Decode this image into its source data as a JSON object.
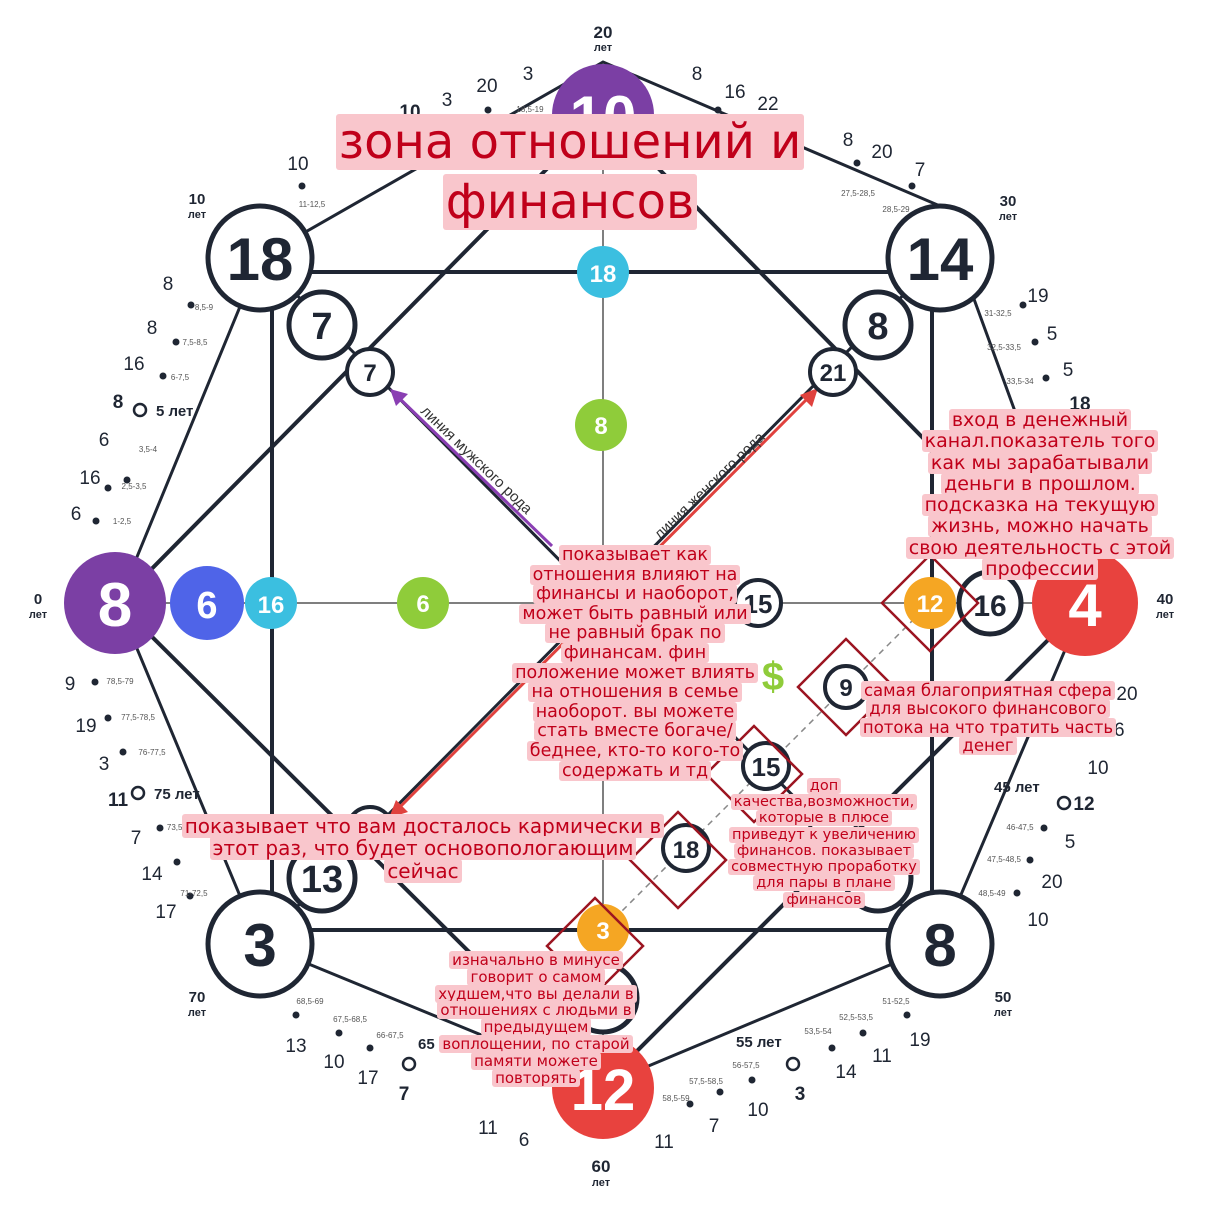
{
  "diagram": {
    "title_note": "зона отношений и финансов",
    "age_labels": {
      "unit": "лет",
      "a0": "0",
      "a10": "10",
      "a20": "20",
      "a30": "30",
      "a40": "40",
      "a50": "50",
      "a60": "60",
      "a70": "70",
      "a5": "5 лет",
      "a45": "45 лет",
      "a55": "55 лет",
      "a65": "65 лет",
      "a75": "75 лет"
    },
    "circles": {
      "left_main": "8",
      "left_2": "6",
      "left_3": "16",
      "top_main": "10",
      "topleft_main": "18",
      "topleft_2": "7",
      "topleft_3": "7",
      "topright_main": "14",
      "topright_2": "8",
      "topright_3": "21",
      "right_main": "4",
      "right_2": "16",
      "right_3": "12",
      "bottomleft_main": "3",
      "bottomleft_2": "13",
      "bottomright_main": "8",
      "bottom_main": "12",
      "bottom_3": "3",
      "center_top": "18",
      "center_mid": "8",
      "center_left": "6",
      "c15a": "15",
      "c9": "9",
      "c15b": "15",
      "c18": "18"
    },
    "lines": {
      "male": "линия мужского рода",
      "female": "линия женского рода"
    },
    "dollar": "$",
    "outer_numbers": {
      "top_left": [
        "20",
        "3",
        "10",
        "3",
        "10"
      ],
      "top_right": [
        "8",
        "16",
        "22",
        "8",
        "20",
        "7"
      ],
      "right_upper": [
        "19",
        "5",
        "5",
        "18"
      ],
      "right_lower": [
        "20",
        "16",
        "10",
        "12",
        "5",
        "20",
        "10"
      ],
      "left_upper": [
        "8",
        "8",
        "16",
        "8",
        "6",
        "16",
        "6"
      ],
      "left_lower": [
        "9",
        "19",
        "3",
        "11",
        "7",
        "14",
        "17"
      ],
      "bottom_left": [
        "13",
        "10",
        "17",
        "7",
        "11",
        "6"
      ],
      "bottom_right": [
        "19",
        "11",
        "14",
        "3",
        "10",
        "7",
        "11"
      ]
    },
    "small_ranges": {
      "r1": "18,5-19",
      "r2": "11-12,5",
      "r3": "27,5-28,5",
      "r4": "28,5-29",
      "r5": "8,5-9",
      "r6": "7,5-8,5",
      "r7": "6-7,5",
      "r8": "3,5-4",
      "r9": "2,5-3,5",
      "r10": "1-2,5",
      "r11": "31-32,5",
      "r12": "32,5-33,5",
      "r13": "33,5-34",
      "r14": "78,5-79",
      "r15": "77,5-78,5",
      "r16": "76-77,5",
      "r17": "73,5-",
      "r18": "71-72,5",
      "r19": "46-47,5",
      "r20": "47,5-48,5",
      "r21": "48,5-49",
      "r22": "68,5-69",
      "r23": "67,5-68,5",
      "r24": "66-67,5",
      "r25": "51-52,5",
      "r26": "52,5-53,5",
      "r27": "53,5-54",
      "r28": "56-57,5",
      "r29": "57,5-58,5",
      "r30": "58,5-59"
    }
  },
  "annotations": {
    "money_channel": "вход в денежный канал.показатель того как мы зарабатывали деньги в прошлом. подсказка на текущую жизнь, можно начать свою деятельность с этой профессии",
    "center": "показывает как отношения влияют на финансы и наоборот, может быть равный или не равный брак по финансам. фин положение может влиять на отношения в семье наоборот. вы можете стать вместе богаче/беднее, кто-то кого-то содержать и тд",
    "favorable": "самая благоприятная сфера для высокого финансового потока на что тратить часть денег",
    "extra": "доп качества,возможности, которые в плюсе приведут к увеличению финансов. показывает совместную проработку для пары в плане финансов",
    "karmic": "показывает что вам досталось кармически в этот раз, что будет основопологающим сейчас",
    "minus": "изначально в минусе говорит о самом худшем,что вы делали в отношениях с людьми в предыдущем воплощении, по старой памяти можете повторять"
  },
  "colors": {
    "purple": "#7b3fa4",
    "blue": "#4f64e8",
    "cyan": "#3bbfe0",
    "green": "#8fcc3a",
    "red": "#e8423e",
    "orange": "#f5a623",
    "dark": "#1f2633",
    "note_red": "#c0001a",
    "note_bg": "#f9c6cc"
  }
}
